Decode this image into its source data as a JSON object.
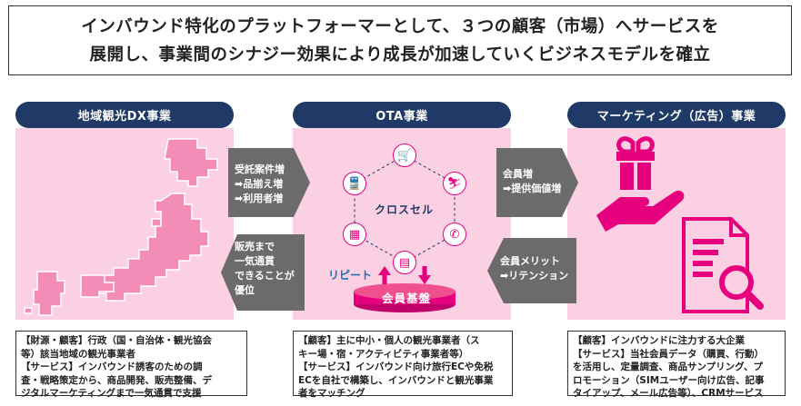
{
  "headline": {
    "line1": "インバウンド特化のプラットフォーマーとして、３つの顧客（市場）へサービスを",
    "line2": "展開し、事業間のシナジー効果により成長が加速していくビジネスモデルを確立"
  },
  "columns": {
    "left": {
      "title": "地域観光DX事業"
    },
    "center": {
      "title": "OTA事業"
    },
    "right": {
      "title": "マーケティング（広告）事業"
    }
  },
  "arrows": {
    "left_to_center": [
      "受託案件増",
      "➡品揃え増",
      "➡利用者増"
    ],
    "center_to_left": [
      "販売まで",
      "一気通貫",
      "できることが",
      "優位"
    ],
    "center_to_right": [
      "会員増",
      "➡提供価値増"
    ],
    "right_to_center": [
      "会員メリット",
      "➡リテンション"
    ]
  },
  "ota_center": {
    "cross_sell": "クロスセル",
    "repeat": "リピート",
    "member_base": "会員基盤",
    "icons": [
      "shopping-cart-icon",
      "ski-icon",
      "sim-icon",
      "document-icon",
      "phone-icon",
      "train-icon"
    ]
  },
  "descriptions": {
    "left": [
      "【財源・顧客】行政（国・自治体・観光協会",
      "等）該当地域の観光事業者",
      "【サービス】インバウンド誘客のための調",
      "査・戦略策定から、商品開発、販売整備、デ",
      "ジタルマーケティングまで一気通貫で支援"
    ],
    "center": [
      "【顧客】主に中小・個人の観光事業者（ス",
      "キー場・宿・アクティビティ事業者等）",
      "【サービス】インバウンド向け旅行ECや免税",
      "ECを自社で構築し、インバウンドと観光事業",
      "者をマッチング"
    ],
    "right": [
      "【顧客】インバウンドに注力する大企業",
      "【サービス】当社会員データ（購買、行動）",
      "を活用し、定量調査、商品サンプリング、プ",
      "ロモーション（SIMユーザー向け広告、記事",
      "タイアップ、メール広告等）、CRMサービス"
    ]
  },
  "colors": {
    "navy": "#1f3a66",
    "pink_bg": "#fbd0e2",
    "magenta": "#e6007e",
    "japan_pink": "#f48cb8",
    "arrow_gray": "#6b6b6b"
  }
}
